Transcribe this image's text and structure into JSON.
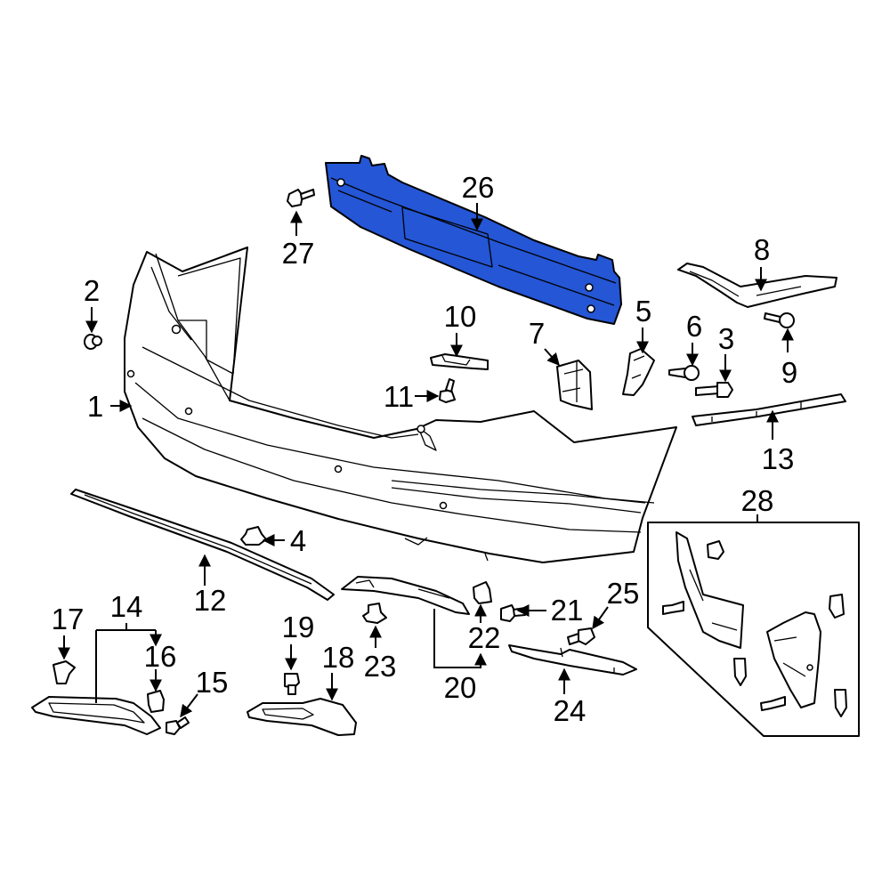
{
  "diagram": {
    "highlight_color": "#2456d6",
    "callouts": {
      "c1": "1",
      "c2": "2",
      "c3": "3",
      "c4": "4",
      "c5": "5",
      "c6": "6",
      "c7": "7",
      "c8": "8",
      "c9": "9",
      "c10": "10",
      "c11": "11",
      "c12": "12",
      "c13": "13",
      "c14": "14",
      "c15": "15",
      "c16": "16",
      "c17": "17",
      "c18": "18",
      "c19": "19",
      "c20": "20",
      "c21": "21",
      "c22": "22",
      "c23": "23",
      "c24": "24",
      "c25": "25",
      "c26": "26",
      "c27": "27",
      "c28": "28"
    }
  }
}
